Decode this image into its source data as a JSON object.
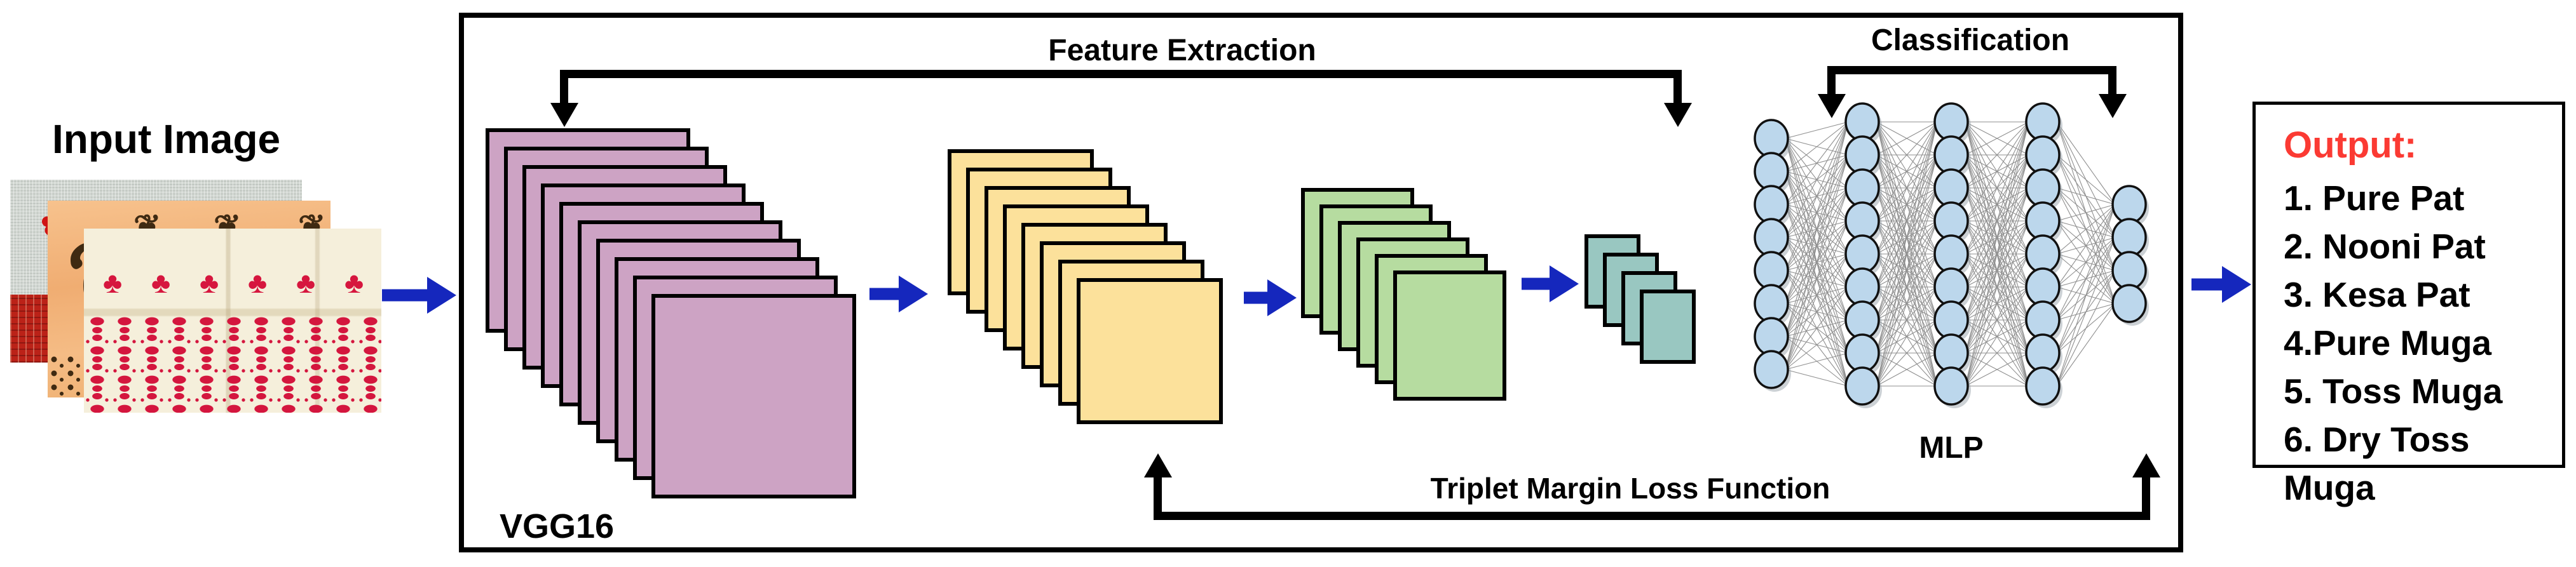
{
  "diagram": {
    "input_label": "Input Image",
    "vgg_label": "VGG16",
    "feature_extraction_label": "Feature Extraction",
    "classification_label": "Classification",
    "mlp_label": "MLP",
    "triplet_label": "Triplet Margin Loss Function",
    "output": {
      "title": "Output:",
      "items": [
        "1. Pure Pat",
        "2. Nooni Pat",
        "3. Kesa Pat",
        "4.Pure Muga",
        "5. Toss Muga",
        "6. Dry Toss Muga"
      ]
    }
  },
  "colors": {
    "flow_arrow_blue": "#1527BD",
    "annotation_black": "#000000",
    "vgg_stack_mauve": "#CDA3C4",
    "conv_stack_yellow": "#FCE19B",
    "conv_stack_green": "#B6DCA0",
    "conv_stack_teal": "#99C7C1",
    "mlp_node_fill": "#BCD7EC",
    "mlp_node_stroke": "#111111",
    "mlp_edge_gray": "#8f8f8f",
    "output_title_red": "#FB3A33"
  },
  "stacks": [
    {
      "id": "vgg",
      "count": 10,
      "color_key": "vgg_stack_mauve"
    },
    {
      "id": "conv2",
      "count": 8,
      "color_key": "conv_stack_yellow"
    },
    {
      "id": "conv3",
      "count": 6,
      "color_key": "conv_stack_green"
    },
    {
      "id": "conv4",
      "count": 4,
      "color_key": "conv_stack_teal"
    }
  ],
  "mlp": {
    "layer_sizes": [
      8,
      9,
      9,
      9,
      4
    ]
  },
  "fabric_icons": {
    "gray_motif_glyph": "✿",
    "orange_paisley_glyph": "❦",
    "orange_small_motif_glyph": "❦",
    "orange_small_motif_count": 3,
    "cream_motif_glyph": "♣",
    "cream_motif_count": 6
  }
}
